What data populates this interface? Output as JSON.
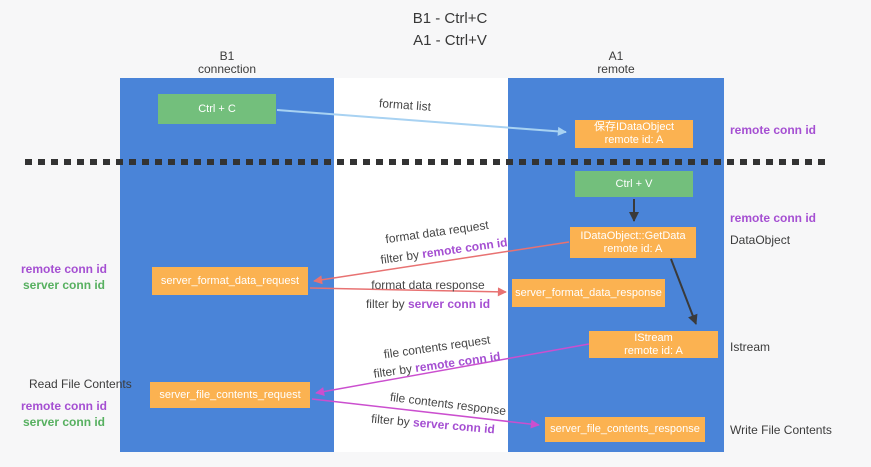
{
  "title": {
    "line1": "B1 - Ctrl+C",
    "line2": "A1 - Ctrl+V"
  },
  "columns": {
    "left": {
      "name": "B1",
      "role": "connection"
    },
    "right": {
      "name": "A1",
      "role": "remote"
    }
  },
  "boxes": {
    "ctrl_c": "Ctrl + C",
    "ctrl_v": "Ctrl + V",
    "save_dataobject_line1": "保存IDataObject",
    "save_dataobject_line2": "remote id: A",
    "getdata_line1": "IDataObject::GetData",
    "getdata_line2": "remote id: A",
    "istream_line1": "IStream",
    "istream_line2": "remote id: A",
    "format_request": "server_format_data_request",
    "format_response": "server_format_data_response",
    "file_request": "server_file_contents_request",
    "file_response": "server_file_contents_response"
  },
  "flow": {
    "format_list": "format list",
    "format_data_request": "format data request",
    "format_data_response": "format data response",
    "file_contents_request": "file contents request",
    "file_contents_response": "file contents response",
    "filter_by": "filter by ",
    "remote_conn_id": "remote conn id",
    "server_conn_id": "server conn id"
  },
  "side_labels": {
    "remote_conn_id": "remote conn id",
    "server_conn_id": "server conn id",
    "read_file_contents": "Read File Contents",
    "write_file_contents": "Write File Contents",
    "dataobject": "DataObject",
    "istream": "Istream"
  },
  "colors": {
    "column_blue": "#4a84d8",
    "box_green": "#73bf7c",
    "box_orange": "#fbb251",
    "purple_text": "#a54fd2",
    "green_text": "#57b060",
    "arrow_blue": "#a8d2f2",
    "arrow_salmon": "#e87272",
    "arrow_magenta": "#cb4fcf",
    "arrow_dark": "#3a3a3a"
  }
}
